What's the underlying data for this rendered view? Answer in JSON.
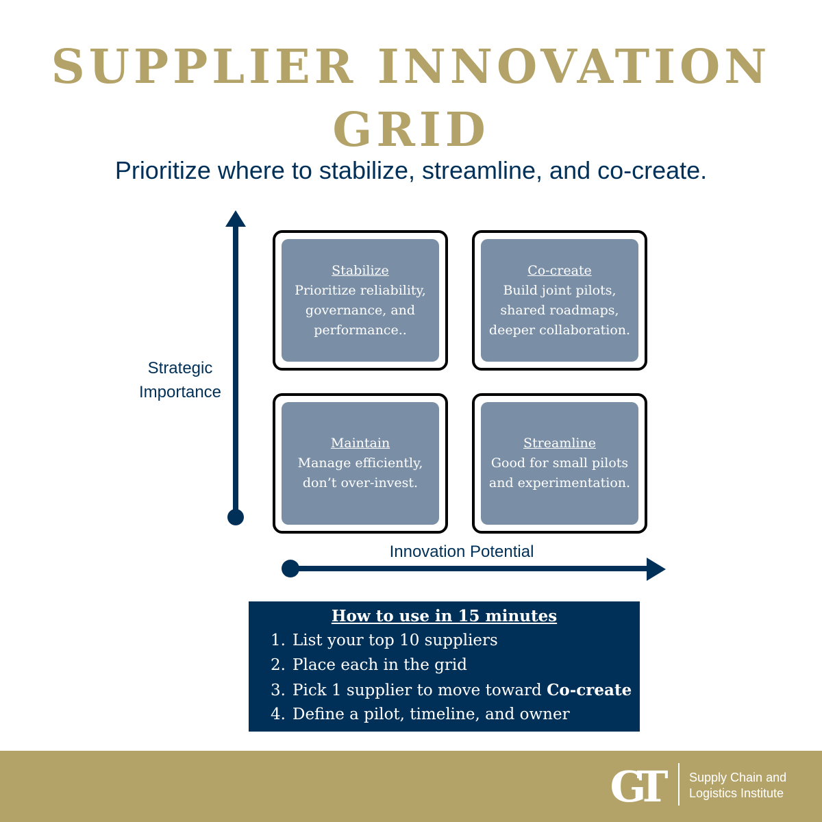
{
  "header": {
    "title_line1": "SUPPLIER INNOVATION",
    "title_line2": "GRID",
    "subtitle": "Prioritize where to stabilize, streamline, and co-create."
  },
  "axes": {
    "y_label_line1": "Strategic",
    "y_label_line2": "Importance",
    "x_label": "Innovation Potential"
  },
  "quadrants": [
    {
      "heading": "Stabilize",
      "body": "Prioritize reliability,\ngovernance, and\nperformance.."
    },
    {
      "heading": "Co-create",
      "body": "Build joint pilots,\nshared roadmaps,\ndeeper collaboration."
    },
    {
      "heading": "Maintain",
      "body": "Manage efficiently,\ndon’t over-invest."
    },
    {
      "heading": "Streamline",
      "body": "Good for small pilots\nand experimentation."
    }
  ],
  "howto": {
    "title": "How to use in 15 minutes",
    "steps": [
      {
        "num": "1.",
        "text": "List your top 10 suppliers"
      },
      {
        "num": "2.",
        "text": "Place each in the grid"
      },
      {
        "num": "3.",
        "text": "Pick 1 supplier to move toward ",
        "bold": "Co-create"
      },
      {
        "num": "4.",
        "text": "Define a pilot, timeline, and owner"
      }
    ]
  },
  "footer": {
    "logo_text": "GT",
    "institute": "Supply Chain and\nLogistics Institute"
  },
  "colors": {
    "gold": "#b3a369",
    "navy": "#003057",
    "quadrant_fill": "#7a8fa6"
  }
}
